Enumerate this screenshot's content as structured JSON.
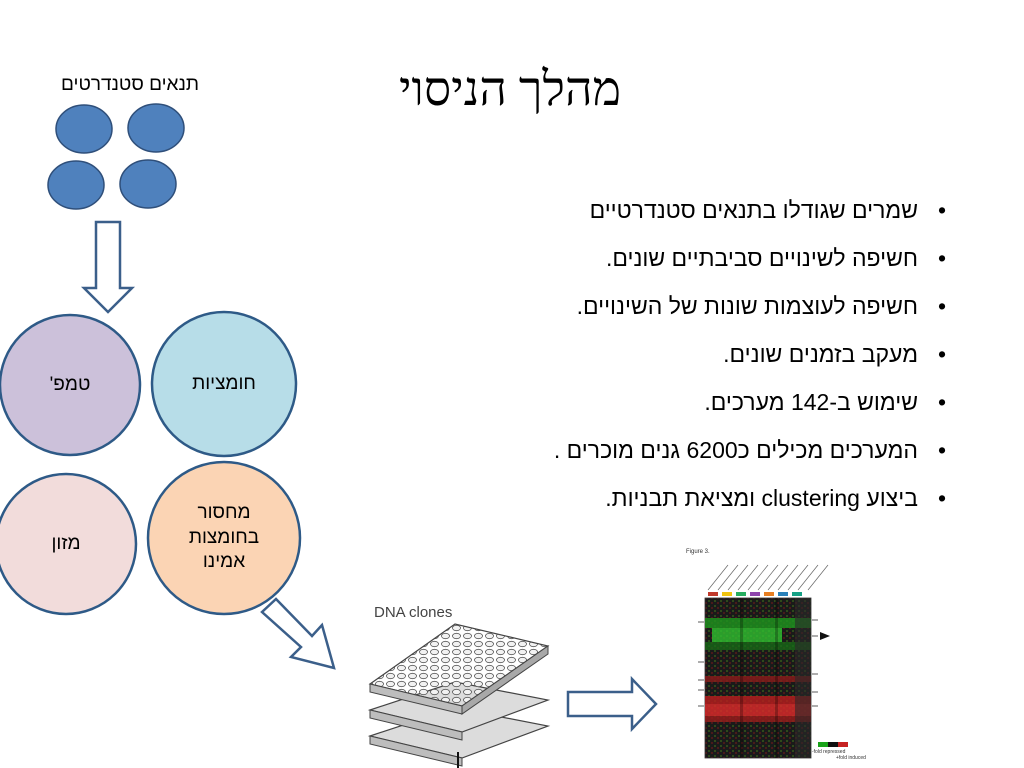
{
  "slide": {
    "title": "מהלך הניסוי",
    "standard_conditions_label": "תנאים סטנדרטים",
    "bullets": [
      "שמרים שגודלו בתנאים סטנדרטיים",
      "חשיפה לשינויים סביבתיים שונים.",
      "חשיפה לעוצמות שונות של השינויים.",
      "מעקב בזמנים שונים.",
      "שימוש ב-142 מערכים.",
      "המערכים מכילים כ6200 גנים מוכרים .",
      "ביצוע clustering ומציאת תבניות."
    ],
    "conditions": {
      "acidity": "חומציות",
      "temperature": "טמפ'",
      "nutrition": "מזון",
      "amino_line1": "מחסור",
      "amino_line2": "בחומצות",
      "amino_line3": "אמינו"
    },
    "dna_label": "DNA clones",
    "heatmap_title": "Figure 3.",
    "heatmap_legend_left": "-fold repressed",
    "heatmap_legend_right": "+fold induced"
  },
  "colors": {
    "small_circle_fill": "#4f81bd",
    "small_circle_stroke": "#2f4f7a",
    "circle_stroke": "#2e5a87",
    "acidity_fill": "#b7dde8",
    "temperature_fill": "#ccc1da",
    "nutrition_fill": "#f2dcdb",
    "amino_fill": "#fbd4b4",
    "arrow_stroke": "#3b5f8a"
  }
}
